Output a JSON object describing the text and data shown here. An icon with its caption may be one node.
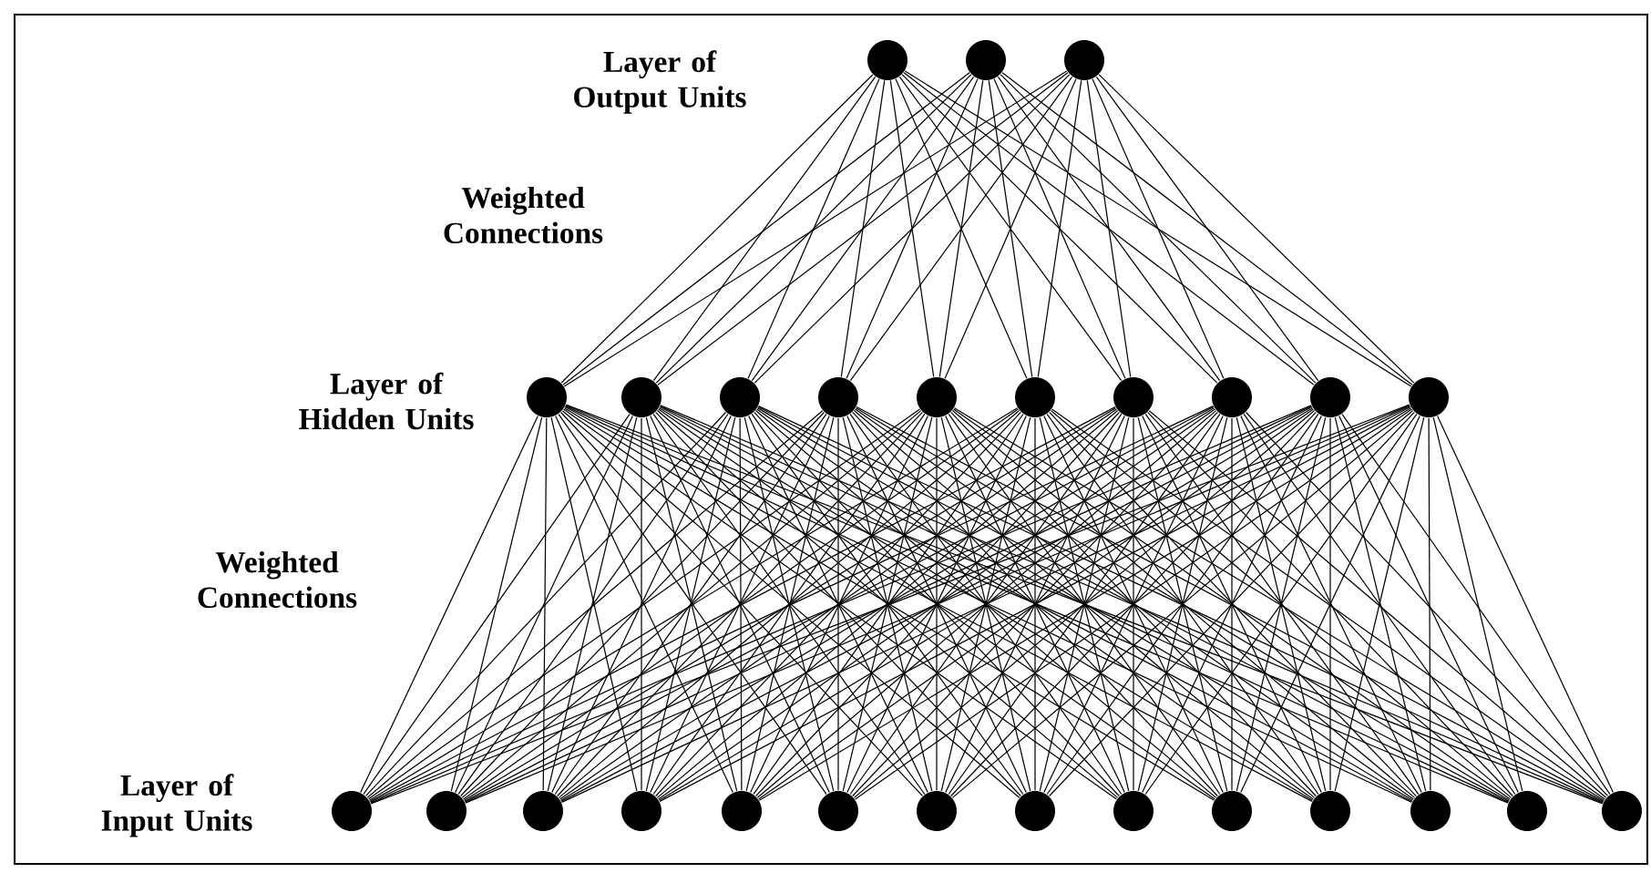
{
  "diagram": {
    "nodes": [
      {
        "text": [],
        "shape": "circle"
      },
      {
        "text": [],
        "shape": "circle"
      },
      {
        "text": [],
        "shape": "circle"
      },
      {
        "text": [],
        "shape": "circle"
      },
      {
        "text": [],
        "shape": "circle"
      },
      {
        "text": [],
        "shape": "circle"
      },
      {
        "text": [],
        "shape": "circle"
      },
      {
        "text": [],
        "shape": "circle"
      },
      {
        "text": [],
        "shape": "circle"
      },
      {
        "text": [],
        "shape": "circle"
      },
      {
        "text": [],
        "shape": "circle"
      },
      {
        "text": [],
        "shape": "circle"
      },
      {
        "text": [],
        "shape": "circle"
      },
      {
        "text": [],
        "shape": "circle"
      },
      {
        "text": [],
        "shape": "circle"
      },
      {
        "text": [],
        "shape": "circle"
      },
      {
        "text": [],
        "shape": "circle"
      },
      {
        "text": [],
        "shape": "circle"
      },
      {
        "text": [],
        "shape": "circle"
      },
      {
        "text": [],
        "shape": "circle"
      },
      {
        "text": [],
        "shape": "circle"
      },
      {
        "text": [],
        "shape": "circle"
      },
      {
        "text": [],
        "shape": "circle"
      },
      {
        "text": [],
        "shape": "circle"
      },
      {
        "text": [],
        "shape": "circle"
      },
      {
        "text": [],
        "shape": "circle"
      },
      {
        "text": [],
        "shape": "circle"
      }
    ],
    "edges": [
      {
        "from": 3,
        "to": 0,
        "arrow": "none"
      },
      {
        "from": 4,
        "to": 0,
        "arrow": "none"
      },
      {
        "from": 5,
        "to": 0,
        "arrow": "none"
      },
      {
        "from": 6,
        "to": 0,
        "arrow": "none"
      },
      {
        "from": 7,
        "to": 0,
        "arrow": "none"
      },
      {
        "from": 8,
        "to": 0,
        "arrow": "none"
      },
      {
        "from": 9,
        "to": 0,
        "arrow": "none"
      },
      {
        "from": 10,
        "to": 0,
        "arrow": "none"
      },
      {
        "from": 11,
        "to": 0,
        "arrow": "none"
      },
      {
        "from": 12,
        "to": 0,
        "arrow": "none"
      },
      {
        "from": 3,
        "to": 1,
        "arrow": "none"
      },
      {
        "from": 4,
        "to": 1,
        "arrow": "none"
      },
      {
        "from": 5,
        "to": 1,
        "arrow": "none"
      },
      {
        "from": 6,
        "to": 1,
        "arrow": "none"
      },
      {
        "from": 7,
        "to": 1,
        "arrow": "none"
      },
      {
        "from": 8,
        "to": 1,
        "arrow": "none"
      },
      {
        "from": 9,
        "to": 1,
        "arrow": "none"
      },
      {
        "from": 10,
        "to": 1,
        "arrow": "none"
      },
      {
        "from": 11,
        "to": 1,
        "arrow": "none"
      },
      {
        "from": 12,
        "to": 1,
        "arrow": "none"
      },
      {
        "from": 3,
        "to": 2,
        "arrow": "none"
      },
      {
        "from": 4,
        "to": 2,
        "arrow": "none"
      },
      {
        "from": 5,
        "to": 2,
        "arrow": "none"
      },
      {
        "from": 6,
        "to": 2,
        "arrow": "none"
      },
      {
        "from": 7,
        "to": 2,
        "arrow": "none"
      },
      {
        "from": 8,
        "to": 2,
        "arrow": "none"
      },
      {
        "from": 9,
        "to": 2,
        "arrow": "none"
      },
      {
        "from": 10,
        "to": 2,
        "arrow": "none"
      },
      {
        "from": 11,
        "to": 2,
        "arrow": "none"
      },
      {
        "from": 12,
        "to": 2,
        "arrow": "none"
      },
      {
        "from": 13,
        "to": 3,
        "arrow": "none"
      },
      {
        "from": 14,
        "to": 3,
        "arrow": "none"
      },
      {
        "from": 15,
        "to": 3,
        "arrow": "none"
      },
      {
        "from": 16,
        "to": 3,
        "arrow": "none"
      },
      {
        "from": 17,
        "to": 3,
        "arrow": "none"
      },
      {
        "from": 18,
        "to": 3,
        "arrow": "none"
      },
      {
        "from": 19,
        "to": 3,
        "arrow": "none"
      },
      {
        "from": 20,
        "to": 3,
        "arrow": "none"
      },
      {
        "from": 21,
        "to": 3,
        "arrow": "none"
      },
      {
        "from": 22,
        "to": 3,
        "arrow": "none"
      },
      {
        "from": 23,
        "to": 3,
        "arrow": "none"
      },
      {
        "from": 24,
        "to": 3,
        "arrow": "none"
      },
      {
        "from": 25,
        "to": 3,
        "arrow": "none"
      },
      {
        "from": 26,
        "to": 3,
        "arrow": "none"
      },
      {
        "from": 13,
        "to": 4,
        "arrow": "none"
      },
      {
        "from": 14,
        "to": 4,
        "arrow": "none"
      },
      {
        "from": 15,
        "to": 4,
        "arrow": "none"
      },
      {
        "from": 16,
        "to": 4,
        "arrow": "none"
      },
      {
        "from": 17,
        "to": 4,
        "arrow": "none"
      },
      {
        "from": 18,
        "to": 4,
        "arrow": "none"
      },
      {
        "from": 19,
        "to": 4,
        "arrow": "none"
      },
      {
        "from": 20,
        "to": 4,
        "arrow": "none"
      },
      {
        "from": 21,
        "to": 4,
        "arrow": "none"
      },
      {
        "from": 22,
        "to": 4,
        "arrow": "none"
      },
      {
        "from": 23,
        "to": 4,
        "arrow": "none"
      },
      {
        "from": 24,
        "to": 4,
        "arrow": "none"
      },
      {
        "from": 25,
        "to": 4,
        "arrow": "none"
      },
      {
        "from": 26,
        "to": 4,
        "arrow": "none"
      },
      {
        "from": 13,
        "to": 5,
        "arrow": "none"
      },
      {
        "from": 14,
        "to": 5,
        "arrow": "none"
      },
      {
        "from": 15,
        "to": 5,
        "arrow": "none"
      },
      {
        "from": 16,
        "to": 5,
        "arrow": "none"
      },
      {
        "from": 17,
        "to": 5,
        "arrow": "none"
      },
      {
        "from": 18,
        "to": 5,
        "arrow": "none"
      },
      {
        "from": 19,
        "to": 5,
        "arrow": "none"
      },
      {
        "from": 20,
        "to": 5,
        "arrow": "none"
      },
      {
        "from": 21,
        "to": 5,
        "arrow": "none"
      },
      {
        "from": 22,
        "to": 5,
        "arrow": "none"
      },
      {
        "from": 23,
        "to": 5,
        "arrow": "none"
      },
      {
        "from": 24,
        "to": 5,
        "arrow": "none"
      },
      {
        "from": 25,
        "to": 5,
        "arrow": "none"
      },
      {
        "from": 26,
        "to": 5,
        "arrow": "none"
      },
      {
        "from": 13,
        "to": 6,
        "arrow": "none"
      },
      {
        "from": 14,
        "to": 6,
        "arrow": "none"
      },
      {
        "from": 15,
        "to": 6,
        "arrow": "none"
      },
      {
        "from": 16,
        "to": 6,
        "arrow": "none"
      },
      {
        "from": 17,
        "to": 6,
        "arrow": "none"
      },
      {
        "from": 18,
        "to": 6,
        "arrow": "none"
      },
      {
        "from": 19,
        "to": 6,
        "arrow": "none"
      },
      {
        "from": 20,
        "to": 6,
        "arrow": "none"
      },
      {
        "from": 21,
        "to": 6,
        "arrow": "none"
      },
      {
        "from": 22,
        "to": 6,
        "arrow": "none"
      },
      {
        "from": 23,
        "to": 6,
        "arrow": "none"
      },
      {
        "from": 24,
        "to": 6,
        "arrow": "none"
      },
      {
        "from": 25,
        "to": 6,
        "arrow": "none"
      },
      {
        "from": 26,
        "to": 6,
        "arrow": "none"
      },
      {
        "from": 13,
        "to": 7,
        "arrow": "none"
      },
      {
        "from": 14,
        "to": 7,
        "arrow": "none"
      },
      {
        "from": 15,
        "to": 7,
        "arrow": "none"
      },
      {
        "from": 16,
        "to": 7,
        "arrow": "none"
      },
      {
        "from": 17,
        "to": 7,
        "arrow": "none"
      },
      {
        "from": 18,
        "to": 7,
        "arrow": "none"
      },
      {
        "from": 19,
        "to": 7,
        "arrow": "none"
      },
      {
        "from": 20,
        "to": 7,
        "arrow": "none"
      },
      {
        "from": 21,
        "to": 7,
        "arrow": "none"
      },
      {
        "from": 22,
        "to": 7,
        "arrow": "none"
      },
      {
        "from": 23,
        "to": 7,
        "arrow": "none"
      },
      {
        "from": 24,
        "to": 7,
        "arrow": "none"
      },
      {
        "from": 25,
        "to": 7,
        "arrow": "none"
      },
      {
        "from": 26,
        "to": 7,
        "arrow": "none"
      },
      {
        "from": 13,
        "to": 8,
        "arrow": "none"
      },
      {
        "from": 14,
        "to": 8,
        "arrow": "none"
      },
      {
        "from": 15,
        "to": 8,
        "arrow": "none"
      },
      {
        "from": 16,
        "to": 8,
        "arrow": "none"
      },
      {
        "from": 17,
        "to": 8,
        "arrow": "none"
      },
      {
        "from": 18,
        "to": 8,
        "arrow": "none"
      },
      {
        "from": 19,
        "to": 8,
        "arrow": "none"
      },
      {
        "from": 20,
        "to": 8,
        "arrow": "none"
      },
      {
        "from": 21,
        "to": 8,
        "arrow": "none"
      },
      {
        "from": 22,
        "to": 8,
        "arrow": "none"
      },
      {
        "from": 23,
        "to": 8,
        "arrow": "none"
      },
      {
        "from": 24,
        "to": 8,
        "arrow": "none"
      },
      {
        "from": 25,
        "to": 8,
        "arrow": "none"
      },
      {
        "from": 26,
        "to": 8,
        "arrow": "none"
      },
      {
        "from": 13,
        "to": 9,
        "arrow": "none"
      },
      {
        "from": 14,
        "to": 9,
        "arrow": "none"
      },
      {
        "from": 15,
        "to": 9,
        "arrow": "none"
      },
      {
        "from": 16,
        "to": 9,
        "arrow": "none"
      },
      {
        "from": 17,
        "to": 9,
        "arrow": "none"
      },
      {
        "from": 18,
        "to": 9,
        "arrow": "none"
      },
      {
        "from": 19,
        "to": 9,
        "arrow": "none"
      },
      {
        "from": 20,
        "to": 9,
        "arrow": "none"
      },
      {
        "from": 21,
        "to": 9,
        "arrow": "none"
      },
      {
        "from": 22,
        "to": 9,
        "arrow": "none"
      },
      {
        "from": 23,
        "to": 9,
        "arrow": "none"
      },
      {
        "from": 24,
        "to": 9,
        "arrow": "none"
      },
      {
        "from": 25,
        "to": 9,
        "arrow": "none"
      },
      {
        "from": 26,
        "to": 9,
        "arrow": "none"
      },
      {
        "from": 13,
        "to": 10,
        "arrow": "none"
      },
      {
        "from": 14,
        "to": 10,
        "arrow": "none"
      },
      {
        "from": 15,
        "to": 10,
        "arrow": "none"
      },
      {
        "from": 16,
        "to": 10,
        "arrow": "none"
      },
      {
        "from": 17,
        "to": 10,
        "arrow": "none"
      },
      {
        "from": 18,
        "to": 10,
        "arrow": "none"
      },
      {
        "from": 19,
        "to": 10,
        "arrow": "none"
      },
      {
        "from": 20,
        "to": 10,
        "arrow": "none"
      },
      {
        "from": 21,
        "to": 10,
        "arrow": "none"
      },
      {
        "from": 22,
        "to": 10,
        "arrow": "none"
      },
      {
        "from": 23,
        "to": 10,
        "arrow": "none"
      },
      {
        "from": 24,
        "to": 10,
        "arrow": "none"
      },
      {
        "from": 25,
        "to": 10,
        "arrow": "none"
      },
      {
        "from": 26,
        "to": 10,
        "arrow": "none"
      },
      {
        "from": 13,
        "to": 11,
        "arrow": "none"
      },
      {
        "from": 14,
        "to": 11,
        "arrow": "none"
      },
      {
        "from": 15,
        "to": 11,
        "arrow": "none"
      },
      {
        "from": 16,
        "to": 11,
        "arrow": "none"
      },
      {
        "from": 17,
        "to": 11,
        "arrow": "none"
      },
      {
        "from": 18,
        "to": 11,
        "arrow": "none"
      },
      {
        "from": 19,
        "to": 11,
        "arrow": "none"
      },
      {
        "from": 20,
        "to": 11,
        "arrow": "none"
      },
      {
        "from": 21,
        "to": 11,
        "arrow": "none"
      },
      {
        "from": 22,
        "to": 11,
        "arrow": "none"
      },
      {
        "from": 23,
        "to": 11,
        "arrow": "none"
      },
      {
        "from": 24,
        "to": 11,
        "arrow": "none"
      },
      {
        "from": 25,
        "to": 11,
        "arrow": "none"
      },
      {
        "from": 26,
        "to": 11,
        "arrow": "none"
      },
      {
        "from": 13,
        "to": 12,
        "arrow": "none"
      },
      {
        "from": 14,
        "to": 12,
        "arrow": "none"
      },
      {
        "from": 15,
        "to": 12,
        "arrow": "none"
      },
      {
        "from": 16,
        "to": 12,
        "arrow": "none"
      },
      {
        "from": 17,
        "to": 12,
        "arrow": "none"
      },
      {
        "from": 18,
        "to": 12,
        "arrow": "none"
      },
      {
        "from": 19,
        "to": 12,
        "arrow": "none"
      },
      {
        "from": 20,
        "to": 12,
        "arrow": "none"
      },
      {
        "from": 21,
        "to": 12,
        "arrow": "none"
      },
      {
        "from": 22,
        "to": 12,
        "arrow": "none"
      },
      {
        "from": 23,
        "to": 12,
        "arrow": "none"
      },
      {
        "from": 24,
        "to": 12,
        "arrow": "none"
      },
      {
        "from": 25,
        "to": 12,
        "arrow": "none"
      },
      {
        "from": 26,
        "to": 12,
        "arrow": "none"
      }
    ],
    "labels": [
      "Layer of Output Units",
      "Weighted Connections",
      "Layer of Hidden Units",
      "Weighted Connections",
      "Layer of Input Units"
    ]
  }
}
